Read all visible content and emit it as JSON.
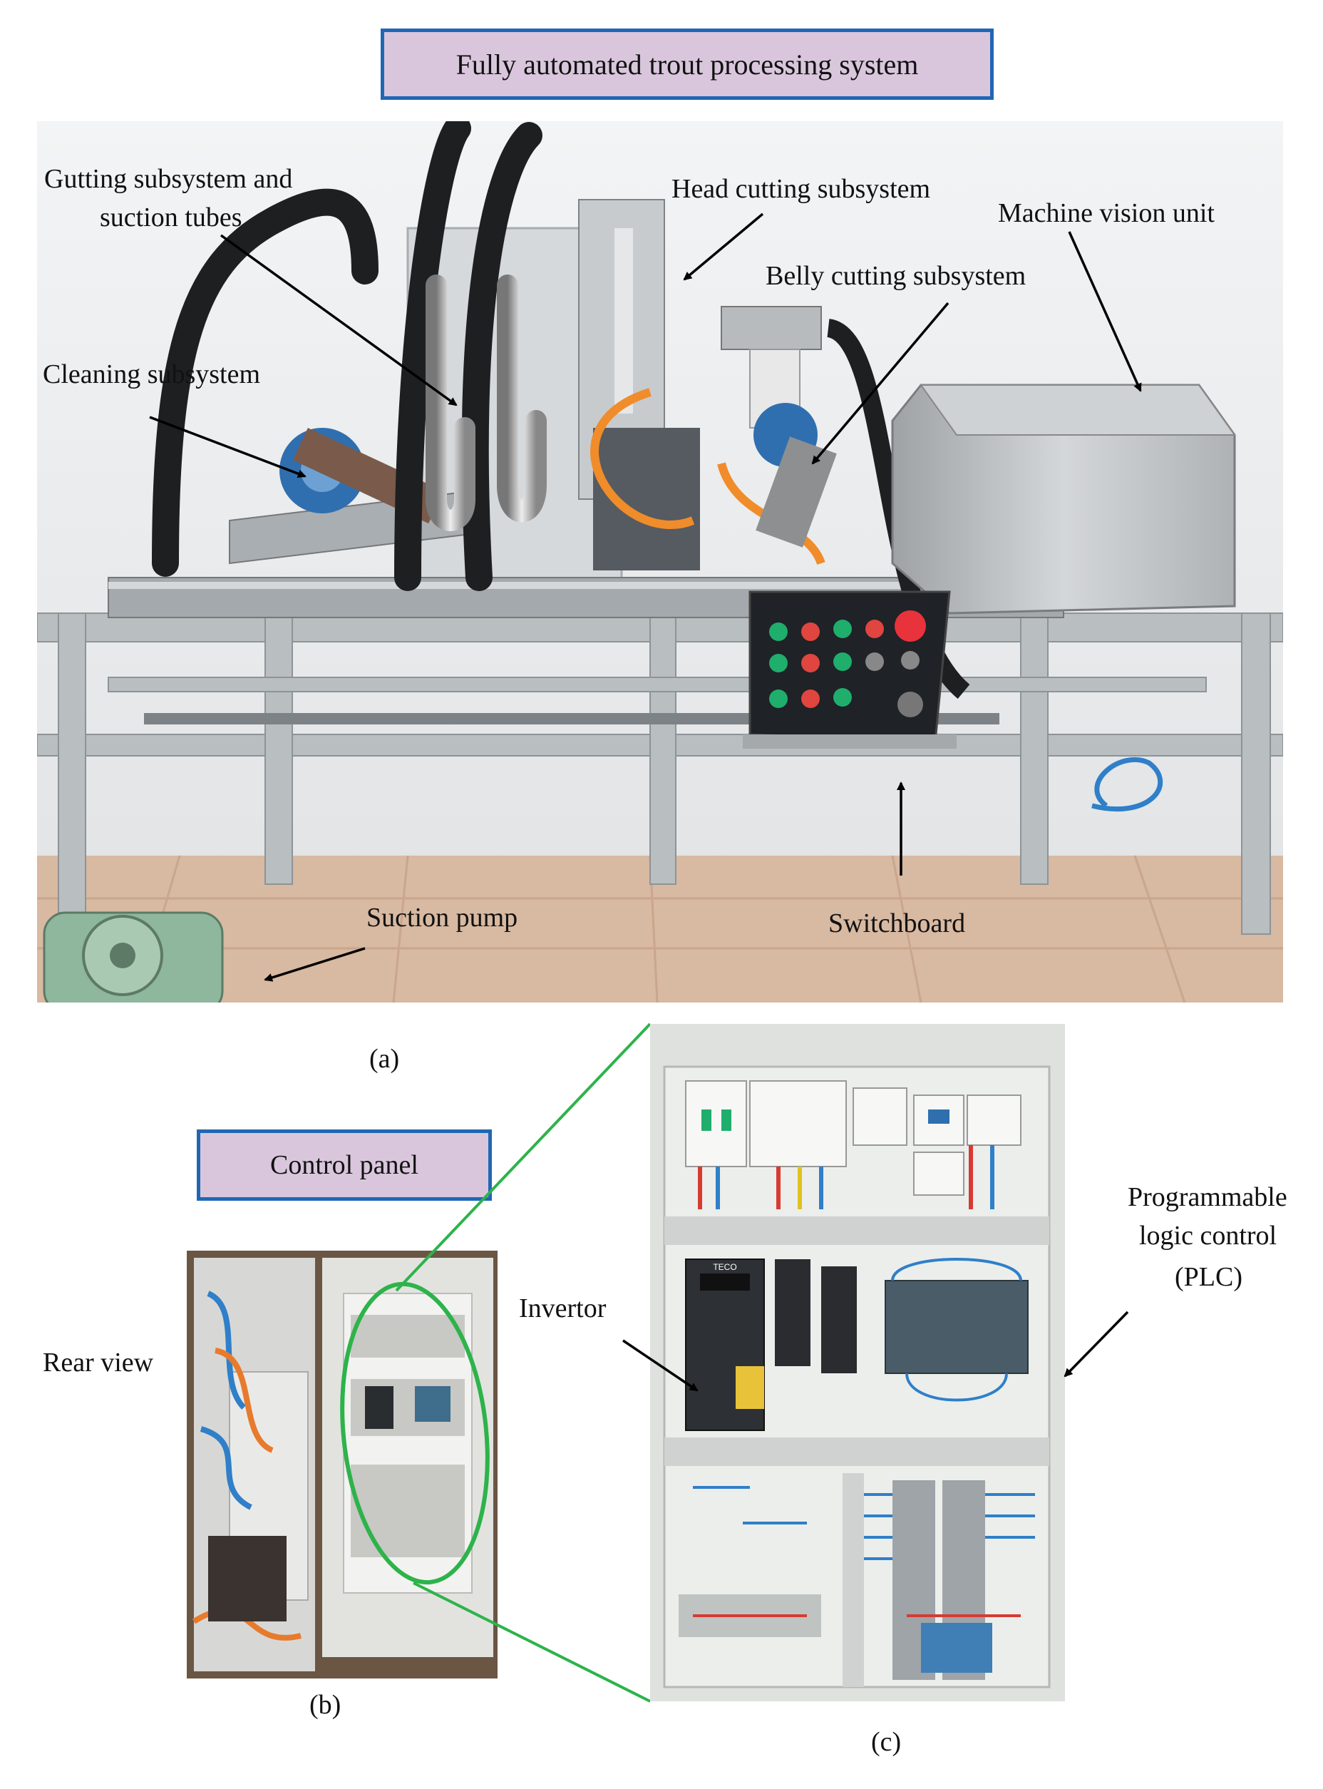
{
  "figure": {
    "main_title": "Fully automated trout processing system",
    "panel_a": {
      "caption": "(a)",
      "labels": {
        "gutting_line1": "Gutting subsystem and",
        "gutting_line2": "suction tubes",
        "head_cutting": "Head cutting subsystem",
        "machine_vision": "Machine vision unit",
        "belly_cutting": "Belly cutting subsystem",
        "cleaning": "Cleaning subsystem",
        "suction_pump": "Suction pump",
        "switchboard": "Switchboard"
      }
    },
    "panel_b": {
      "title": "Control panel",
      "caption": "(b)",
      "labels": {
        "rear_view": "Rear view"
      }
    },
    "panel_c": {
      "caption": "(c)",
      "labels": {
        "plc_line1": "Programmable",
        "plc_line2": "logic control",
        "plc_line3": "(PLC)",
        "invertor": "Invertor",
        "teco": "TECO"
      }
    },
    "colors": {
      "title_fill": "#d9c6dc",
      "title_border": "#1f67b4",
      "zoom_lines": "#2db34a",
      "highlight_ellipse": "#2db34a"
    }
  }
}
